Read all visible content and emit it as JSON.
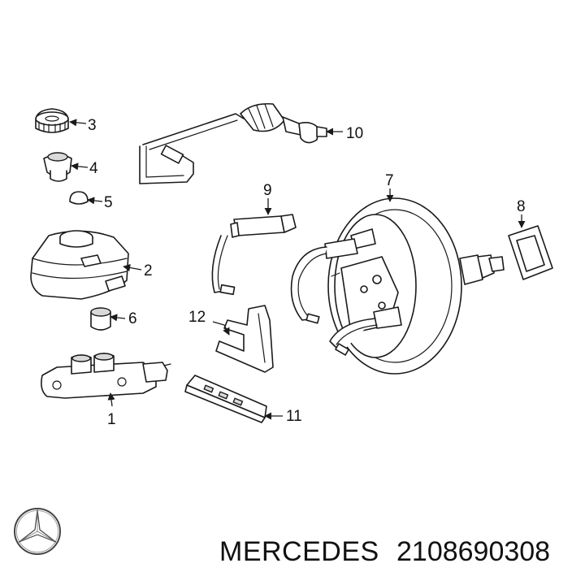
{
  "brand": "MERCEDES",
  "part_number": "2108690308",
  "callouts": {
    "c1": "1",
    "c2": "2",
    "c3": "3",
    "c4": "4",
    "c5": "5",
    "c6": "6",
    "c7": "7",
    "c8": "8",
    "c9": "9",
    "c10": "10",
    "c11": "11",
    "c12": "12"
  },
  "colors": {
    "line": "#1a1a1a",
    "background": "#ffffff"
  },
  "logo_icon": "mercedes-star-icon"
}
